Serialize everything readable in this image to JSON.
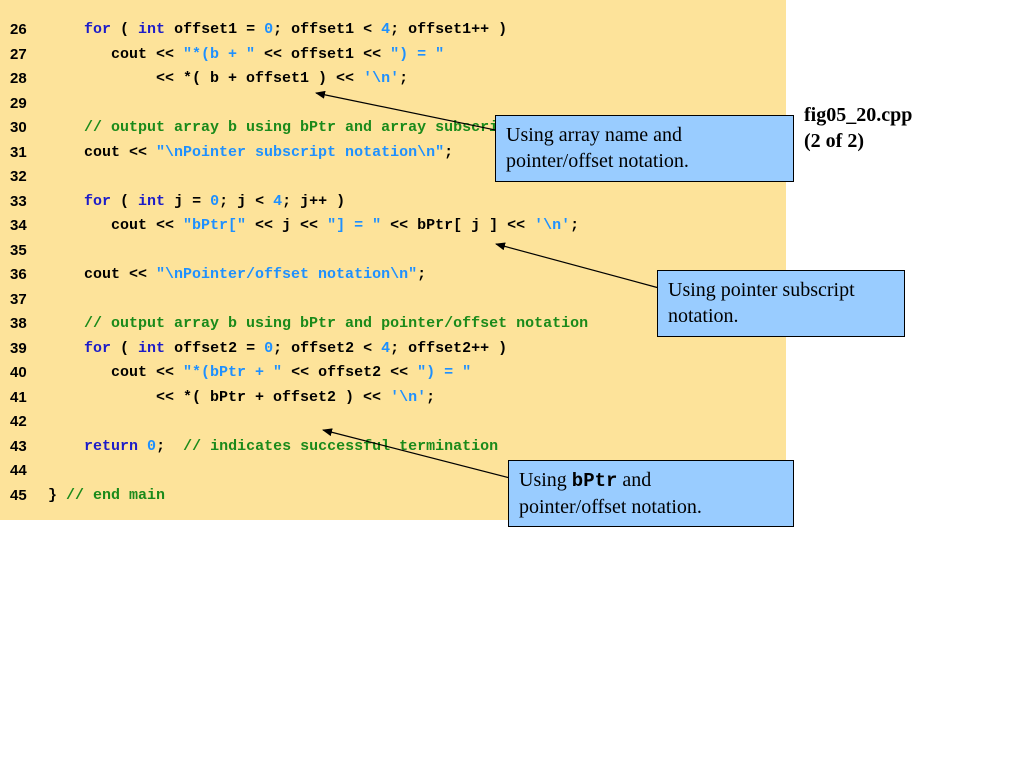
{
  "file_label": {
    "name": "fig05_20.cpp",
    "part": "(2 of 2)"
  },
  "code": {
    "lines": [
      {
        "no": "26",
        "tokens": [
          {
            "t": "    "
          },
          {
            "t": "for",
            "c": "kw"
          },
          {
            "t": " ( "
          },
          {
            "t": "int",
            "c": "kw"
          },
          {
            "t": " offset1 = "
          },
          {
            "t": "0",
            "c": "num"
          },
          {
            "t": "; offset1 < "
          },
          {
            "t": "4",
            "c": "num"
          },
          {
            "t": "; offset1++ )"
          }
        ]
      },
      {
        "no": "27",
        "tokens": [
          {
            "t": "       cout << "
          },
          {
            "t": "\"*(b + \"",
            "c": "str"
          },
          {
            "t": " << offset1 << "
          },
          {
            "t": "\") = \"",
            "c": "str"
          }
        ]
      },
      {
        "no": "28",
        "tokens": [
          {
            "t": "            << *( b + offset1 ) << "
          },
          {
            "t": "'\\n'",
            "c": "str"
          },
          {
            "t": ";"
          }
        ]
      },
      {
        "no": "29",
        "tokens": []
      },
      {
        "no": "30",
        "tokens": [
          {
            "t": "    "
          },
          {
            "t": "// output array b using bPtr and array subscript notation",
            "c": "com"
          }
        ]
      },
      {
        "no": "31",
        "tokens": [
          {
            "t": "    cout << "
          },
          {
            "t": "\"\\nPointer subscript notation\\n\"",
            "c": "str"
          },
          {
            "t": ";"
          }
        ]
      },
      {
        "no": "32",
        "tokens": []
      },
      {
        "no": "33",
        "tokens": [
          {
            "t": "    "
          },
          {
            "t": "for",
            "c": "kw"
          },
          {
            "t": " ( "
          },
          {
            "t": "int",
            "c": "kw"
          },
          {
            "t": " j = "
          },
          {
            "t": "0",
            "c": "num"
          },
          {
            "t": "; j < "
          },
          {
            "t": "4",
            "c": "num"
          },
          {
            "t": "; j++ )"
          }
        ]
      },
      {
        "no": "34",
        "tokens": [
          {
            "t": "       cout << "
          },
          {
            "t": "\"bPtr[\"",
            "c": "str"
          },
          {
            "t": " << j << "
          },
          {
            "t": "\"] = \"",
            "c": "str"
          },
          {
            "t": " << bPtr[ j ] << "
          },
          {
            "t": "'\\n'",
            "c": "str"
          },
          {
            "t": ";"
          }
        ]
      },
      {
        "no": "35",
        "tokens": []
      },
      {
        "no": "36",
        "tokens": [
          {
            "t": "    cout << "
          },
          {
            "t": "\"\\nPointer/offset notation\\n\"",
            "c": "str"
          },
          {
            "t": ";"
          }
        ]
      },
      {
        "no": "37",
        "tokens": []
      },
      {
        "no": "38",
        "tokens": [
          {
            "t": "    "
          },
          {
            "t": "// output array b using bPtr and pointer/offset notation",
            "c": "com"
          }
        ]
      },
      {
        "no": "39",
        "tokens": [
          {
            "t": "    "
          },
          {
            "t": "for",
            "c": "kw"
          },
          {
            "t": " ( "
          },
          {
            "t": "int",
            "c": "kw"
          },
          {
            "t": " offset2 = "
          },
          {
            "t": "0",
            "c": "num"
          },
          {
            "t": "; offset2 < "
          },
          {
            "t": "4",
            "c": "num"
          },
          {
            "t": "; offset2++ )"
          }
        ]
      },
      {
        "no": "40",
        "tokens": [
          {
            "t": "       cout << "
          },
          {
            "t": "\"*(bPtr + \"",
            "c": "str"
          },
          {
            "t": " << offset2 << "
          },
          {
            "t": "\") = \"",
            "c": "str"
          }
        ]
      },
      {
        "no": "41",
        "tokens": [
          {
            "t": "            << *( bPtr + offset2 ) << "
          },
          {
            "t": "'\\n'",
            "c": "str"
          },
          {
            "t": ";"
          }
        ]
      },
      {
        "no": "42",
        "tokens": []
      },
      {
        "no": "43",
        "tokens": [
          {
            "t": "    "
          },
          {
            "t": "return",
            "c": "kw"
          },
          {
            "t": " "
          },
          {
            "t": "0",
            "c": "num"
          },
          {
            "t": ";  "
          },
          {
            "t": "// indicates successful termination",
            "c": "com"
          }
        ]
      },
      {
        "no": "44",
        "tokens": []
      },
      {
        "no": "45",
        "tokens": [
          {
            "t": "} ",
            "c": "ob"
          },
          {
            "t": "// end main",
            "c": "com"
          }
        ]
      }
    ]
  },
  "callouts": {
    "c1": {
      "line1": "Using array name and",
      "line2": "pointer/offset notation."
    },
    "c2": {
      "line1": "Using pointer subscript",
      "line2": "notation."
    },
    "c3": {
      "before": "Using ",
      "code": "bPtr",
      "after": " and",
      "line2": "pointer/offset notation."
    }
  },
  "colors": {
    "panel_bg": "#fde39a",
    "callout_bg": "#99ccff",
    "keyword": "#1c1cc8",
    "literal": "#1e90ff",
    "comment": "#1a8a1a"
  }
}
